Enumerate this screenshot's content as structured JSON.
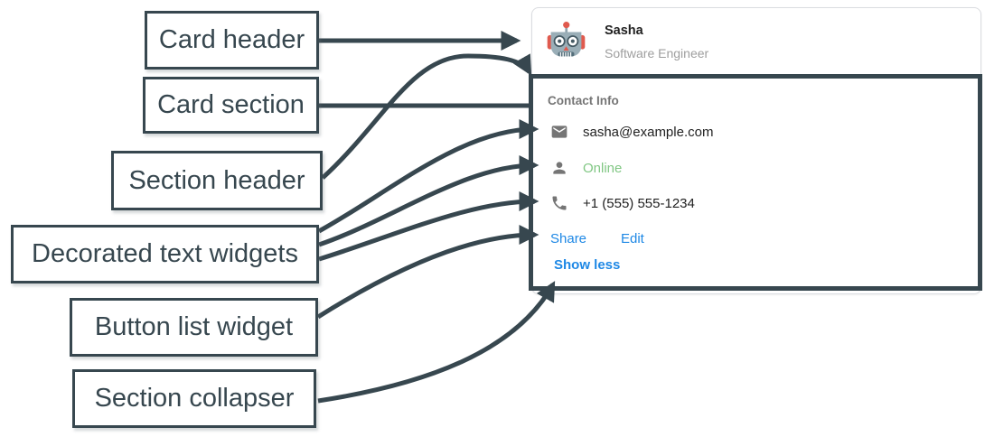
{
  "annotation": {
    "labels": [
      {
        "id": "card-header",
        "text": "Card header"
      },
      {
        "id": "card-section",
        "text": "Card section"
      },
      {
        "id": "section-header",
        "text": "Section header"
      },
      {
        "id": "decorated-text-widgets",
        "text": "Decorated text widgets"
      },
      {
        "id": "button-list-widget",
        "text": "Button list widget"
      },
      {
        "id": "section-collapser",
        "text": "Section collapser"
      }
    ]
  },
  "card": {
    "header": {
      "name": "Sasha",
      "subtitle": "Software Engineer",
      "avatar_icon": "robot-avatar"
    },
    "section": {
      "title": "Contact Info",
      "rows": [
        {
          "icon": "email-icon",
          "text": "sasha@example.com"
        },
        {
          "icon": "person-icon",
          "text": "Online"
        },
        {
          "icon": "phone-icon",
          "text": "+1 (555) 555-1234"
        }
      ],
      "buttons": [
        {
          "label": "Share"
        },
        {
          "label": "Edit"
        }
      ],
      "collapser": "Show less"
    }
  },
  "colors": {
    "annotation_dark": "#37474F",
    "link_blue": "#1E88E5",
    "online_green": "#81C784",
    "text_primary": "#212121",
    "text_secondary": "#757575",
    "subtitle_gray": "#9E9E9E",
    "card_border": "#DADCE0",
    "icon_gray": "#757575"
  }
}
